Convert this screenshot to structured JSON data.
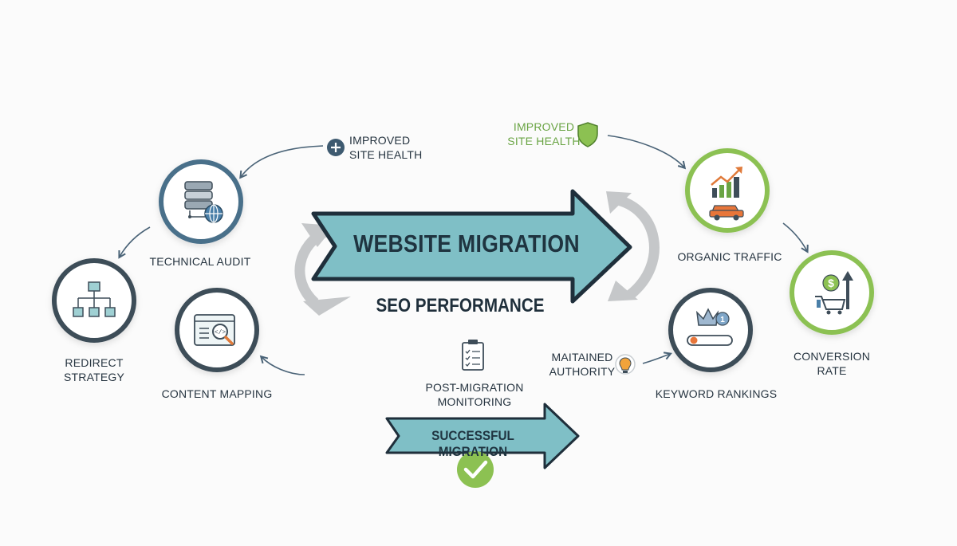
{
  "title": "WEBSITE MIGRATION",
  "subtitle": "SEO PERFORMANCE",
  "bottom_arrow_label": "SUCCESSFUL MIGRATION",
  "nodes": {
    "technical_audit": "TECHNICAL AUDIT",
    "redirect_strategy": [
      "REDIRECT",
      "STRATEGY"
    ],
    "content_mapping": "CONTENT MAPPING",
    "organic_traffic": "ORGANIC TRAFFIC",
    "conversion_rate": [
      "CONVERSION",
      "RATE"
    ],
    "keyword_rankings": "KEYWORD RANKINGS"
  },
  "annotations": {
    "improved_left": [
      "IMPROVED",
      "SITE HEALTH"
    ],
    "improved_right": [
      "IMPROVED",
      "SITE HEALTH"
    ],
    "maintained": [
      "MAITAINED",
      "AUTHORITY"
    ],
    "monitoring": [
      "POST-MIGRATION",
      "MONITORING"
    ]
  },
  "colors": {
    "teal": "#7fbfc6",
    "dark": "#1f2f3b",
    "ring_dark": "#3e4d59",
    "ring_blue": "#4a6f8a",
    "ring_green": "#8cc152",
    "gray_arrow": "#c5c7c9",
    "check_green": "#8cc152"
  },
  "icons": [
    "database-globe-icon",
    "sitemap-icon",
    "code-search-icon",
    "growth-chart-car-icon",
    "dollar-cart-icon",
    "crown-rank-icon",
    "plus-icon",
    "shield-icon",
    "lightbulb-icon",
    "checklist-icon",
    "check-icon"
  ]
}
